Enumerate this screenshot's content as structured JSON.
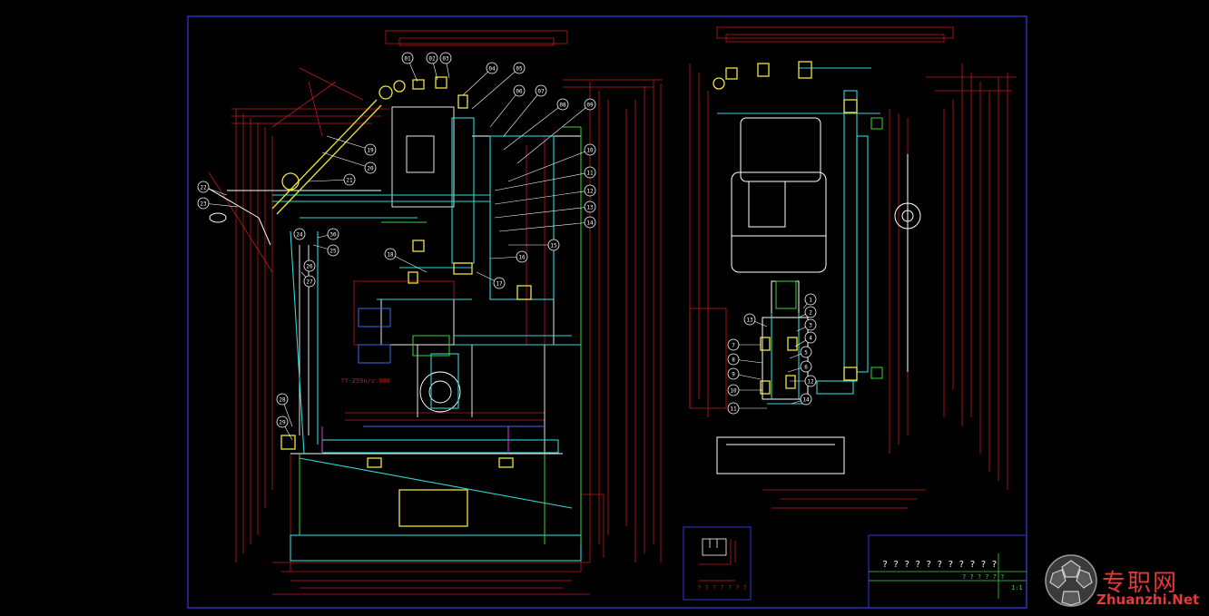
{
  "drawing": {
    "colors": {
      "background": "#000000",
      "frame": "#2e2eb8",
      "dimension": "#c21a1a",
      "outline": "#ffffff",
      "part_cyan": "#33d6d6",
      "part_yellow": "#f0e43a",
      "part_green": "#3ad43a",
      "part_blue": "#3a6ae8",
      "part_magenta": "#d43ad4"
    },
    "balloon_labels_left": [
      "01",
      "02",
      "03",
      "04",
      "05",
      "06",
      "07",
      "08",
      "09",
      "10",
      "11",
      "12",
      "13",
      "14",
      "15",
      "16",
      "17",
      "18",
      "19",
      "20",
      "21",
      "22",
      "23",
      "24",
      "25",
      "26",
      "27",
      "28",
      "29",
      "30"
    ],
    "balloon_labels_right": [
      "1",
      "2",
      "3",
      "4",
      "5",
      "6",
      "7",
      "8",
      "9",
      "10",
      "11",
      "12",
      "13",
      "14"
    ],
    "inline_note": "??-250n/v:000",
    "title_block": {
      "row1": "? ? ? ? ? ? ? ? ? ? ?",
      "row2": "? ? ? ? ? ?",
      "sheet": "1:1"
    },
    "detail_box": {
      "caption": "? ? ? ? ? ? ?"
    }
  },
  "watermark": {
    "cn": "专职网",
    "en": "Zhuanzhi.Net"
  }
}
